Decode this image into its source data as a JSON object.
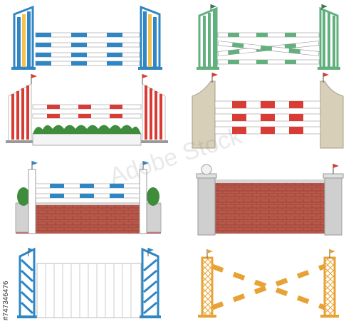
{
  "watermark": {
    "text": "Adobe Stock",
    "id": "#747346476"
  },
  "colors": {
    "blue": "#2f86c4",
    "green": "#63b07f",
    "red": "#d83c34",
    "beige": "#d8cfb8",
    "brick": "#b8584a",
    "stone": "#cfcfcf",
    "orange": "#e8a233",
    "hedge": "#3f8c3c"
  },
  "jumps": [
    {
      "name": "blue-vertical"
    },
    {
      "name": "green-crossed-rails"
    },
    {
      "name": "red-oxer-with-hedge"
    },
    {
      "name": "red-white-beige-wings"
    },
    {
      "name": "blue-rails-over-brick-wall"
    },
    {
      "name": "brick-wall-stone-pillars"
    },
    {
      "name": "white-plank-gate"
    },
    {
      "name": "orange-cross-poles"
    }
  ]
}
